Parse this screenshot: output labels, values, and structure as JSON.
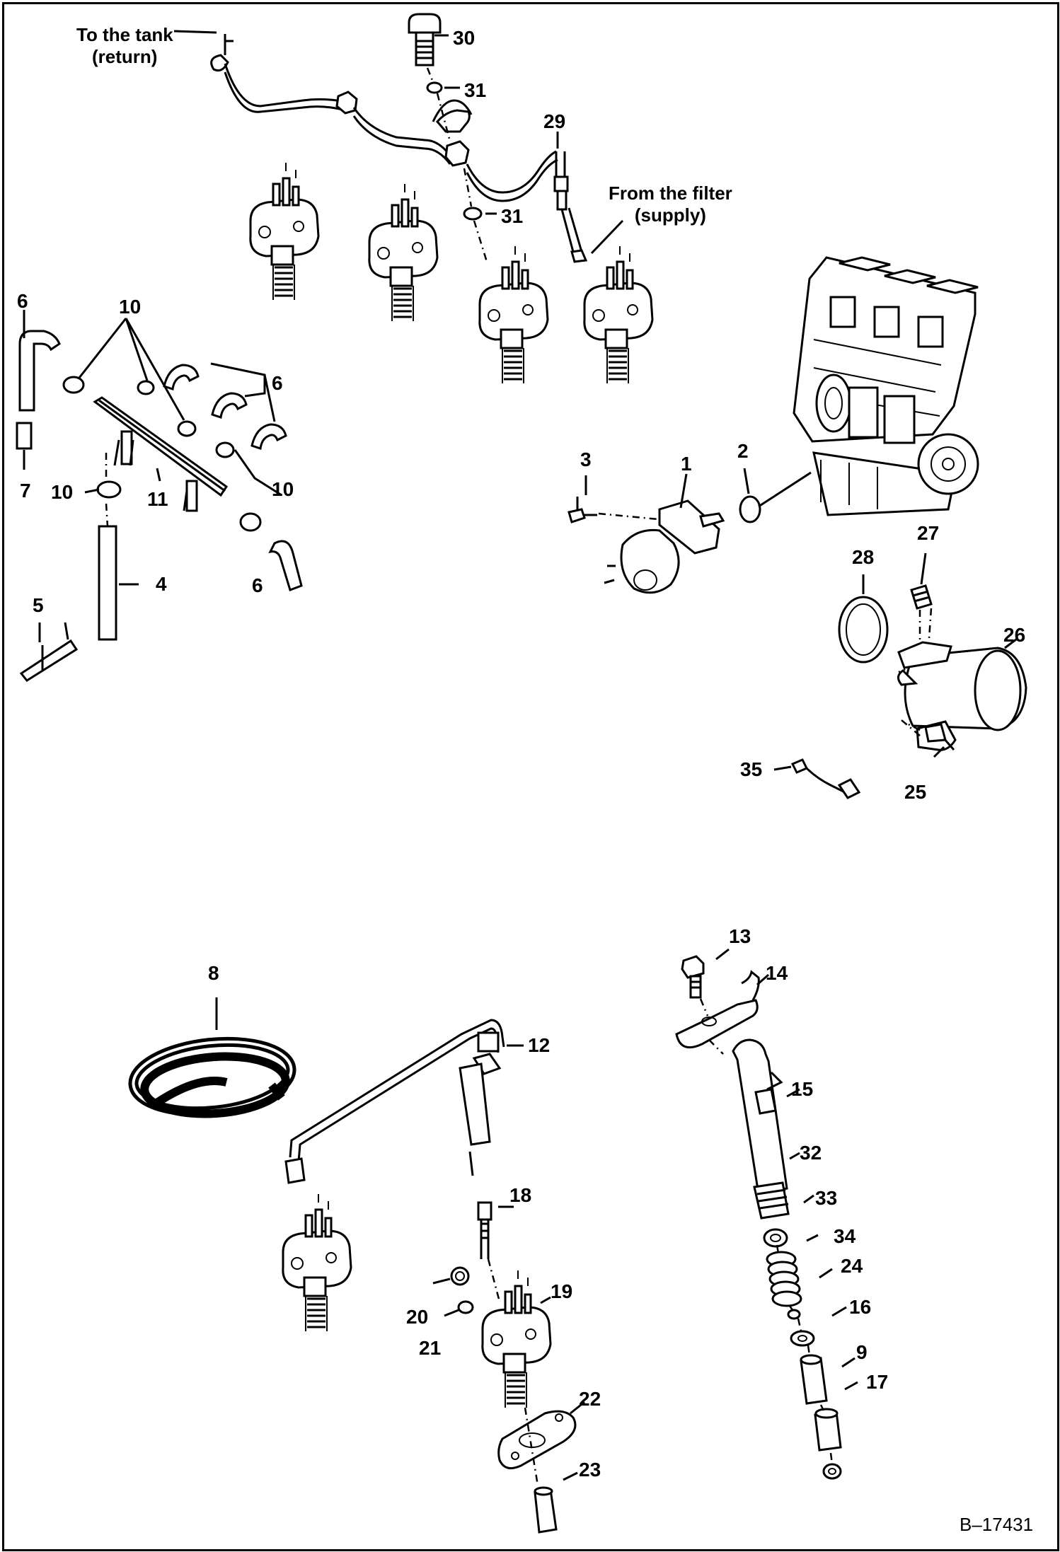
{
  "notes": {
    "to_tank_line1": "To the tank",
    "to_tank_line2": "(return)",
    "from_filter_line1": "From the filter",
    "from_filter_line2": "(supply)"
  },
  "drawing_code": "B–17431",
  "callouts": {
    "c30": "30",
    "c31a": "31",
    "c29": "29",
    "c31b": "31",
    "c6a": "6",
    "c10a": "10",
    "c6b": "6",
    "c7": "7",
    "c10b": "10",
    "c11": "11",
    "c10c": "10",
    "c4": "4",
    "c5": "5",
    "c6c": "6",
    "c3": "3",
    "c1": "1",
    "c2": "2",
    "c28": "28",
    "c27": "27",
    "c26": "26",
    "c35": "35",
    "c25": "25",
    "c8": "8",
    "c13": "13",
    "c14": "14",
    "c12": "12",
    "c15": "15",
    "c32": "32",
    "c33": "33",
    "c34": "34",
    "c24": "24",
    "c18": "18",
    "c19": "19",
    "c20": "20",
    "c16": "16",
    "c21": "21",
    "c9": "9",
    "c17": "17",
    "c22": "22",
    "c23": "23"
  }
}
